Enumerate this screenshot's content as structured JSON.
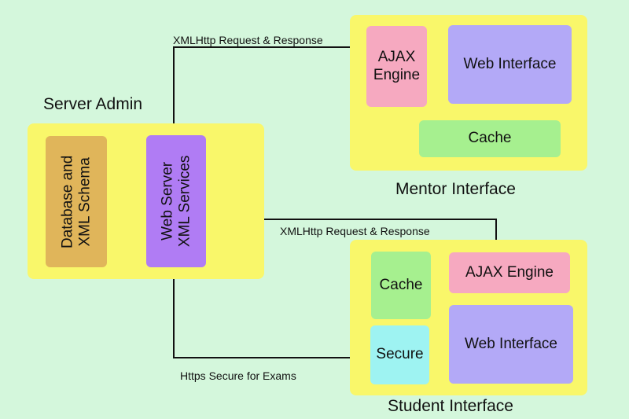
{
  "server": {
    "title": "Server Admin",
    "database_line1": "Database and",
    "database_line2": "XML Schema",
    "webserver_line1": "Web Server",
    "webserver_line2": "XML Services"
  },
  "mentor": {
    "title": "Mentor Interface",
    "ajax_line1": "AJAX",
    "ajax_line2": "Engine",
    "web_interface": "Web Interface",
    "cache": "Cache"
  },
  "student": {
    "title": "Student Interface",
    "cache": "Cache",
    "ajax_engine": "AJAX Engine",
    "secure": "Secure",
    "web_interface": "Web Interface"
  },
  "connections": {
    "mentor_link": "XMLHttp Request & Response",
    "student_link": "XMLHttp Request & Response",
    "secure_link": "Https Secure for Exams"
  },
  "colors": {
    "background": "#d4f7dc",
    "panel": "#f9f76a",
    "database": "#e0b55a",
    "webserver": "#b07cf4",
    "ajax": "#f6a9c0",
    "web_interface": "#b3a9f7",
    "cache": "#a6f08f",
    "secure": "#9ef3f2"
  }
}
